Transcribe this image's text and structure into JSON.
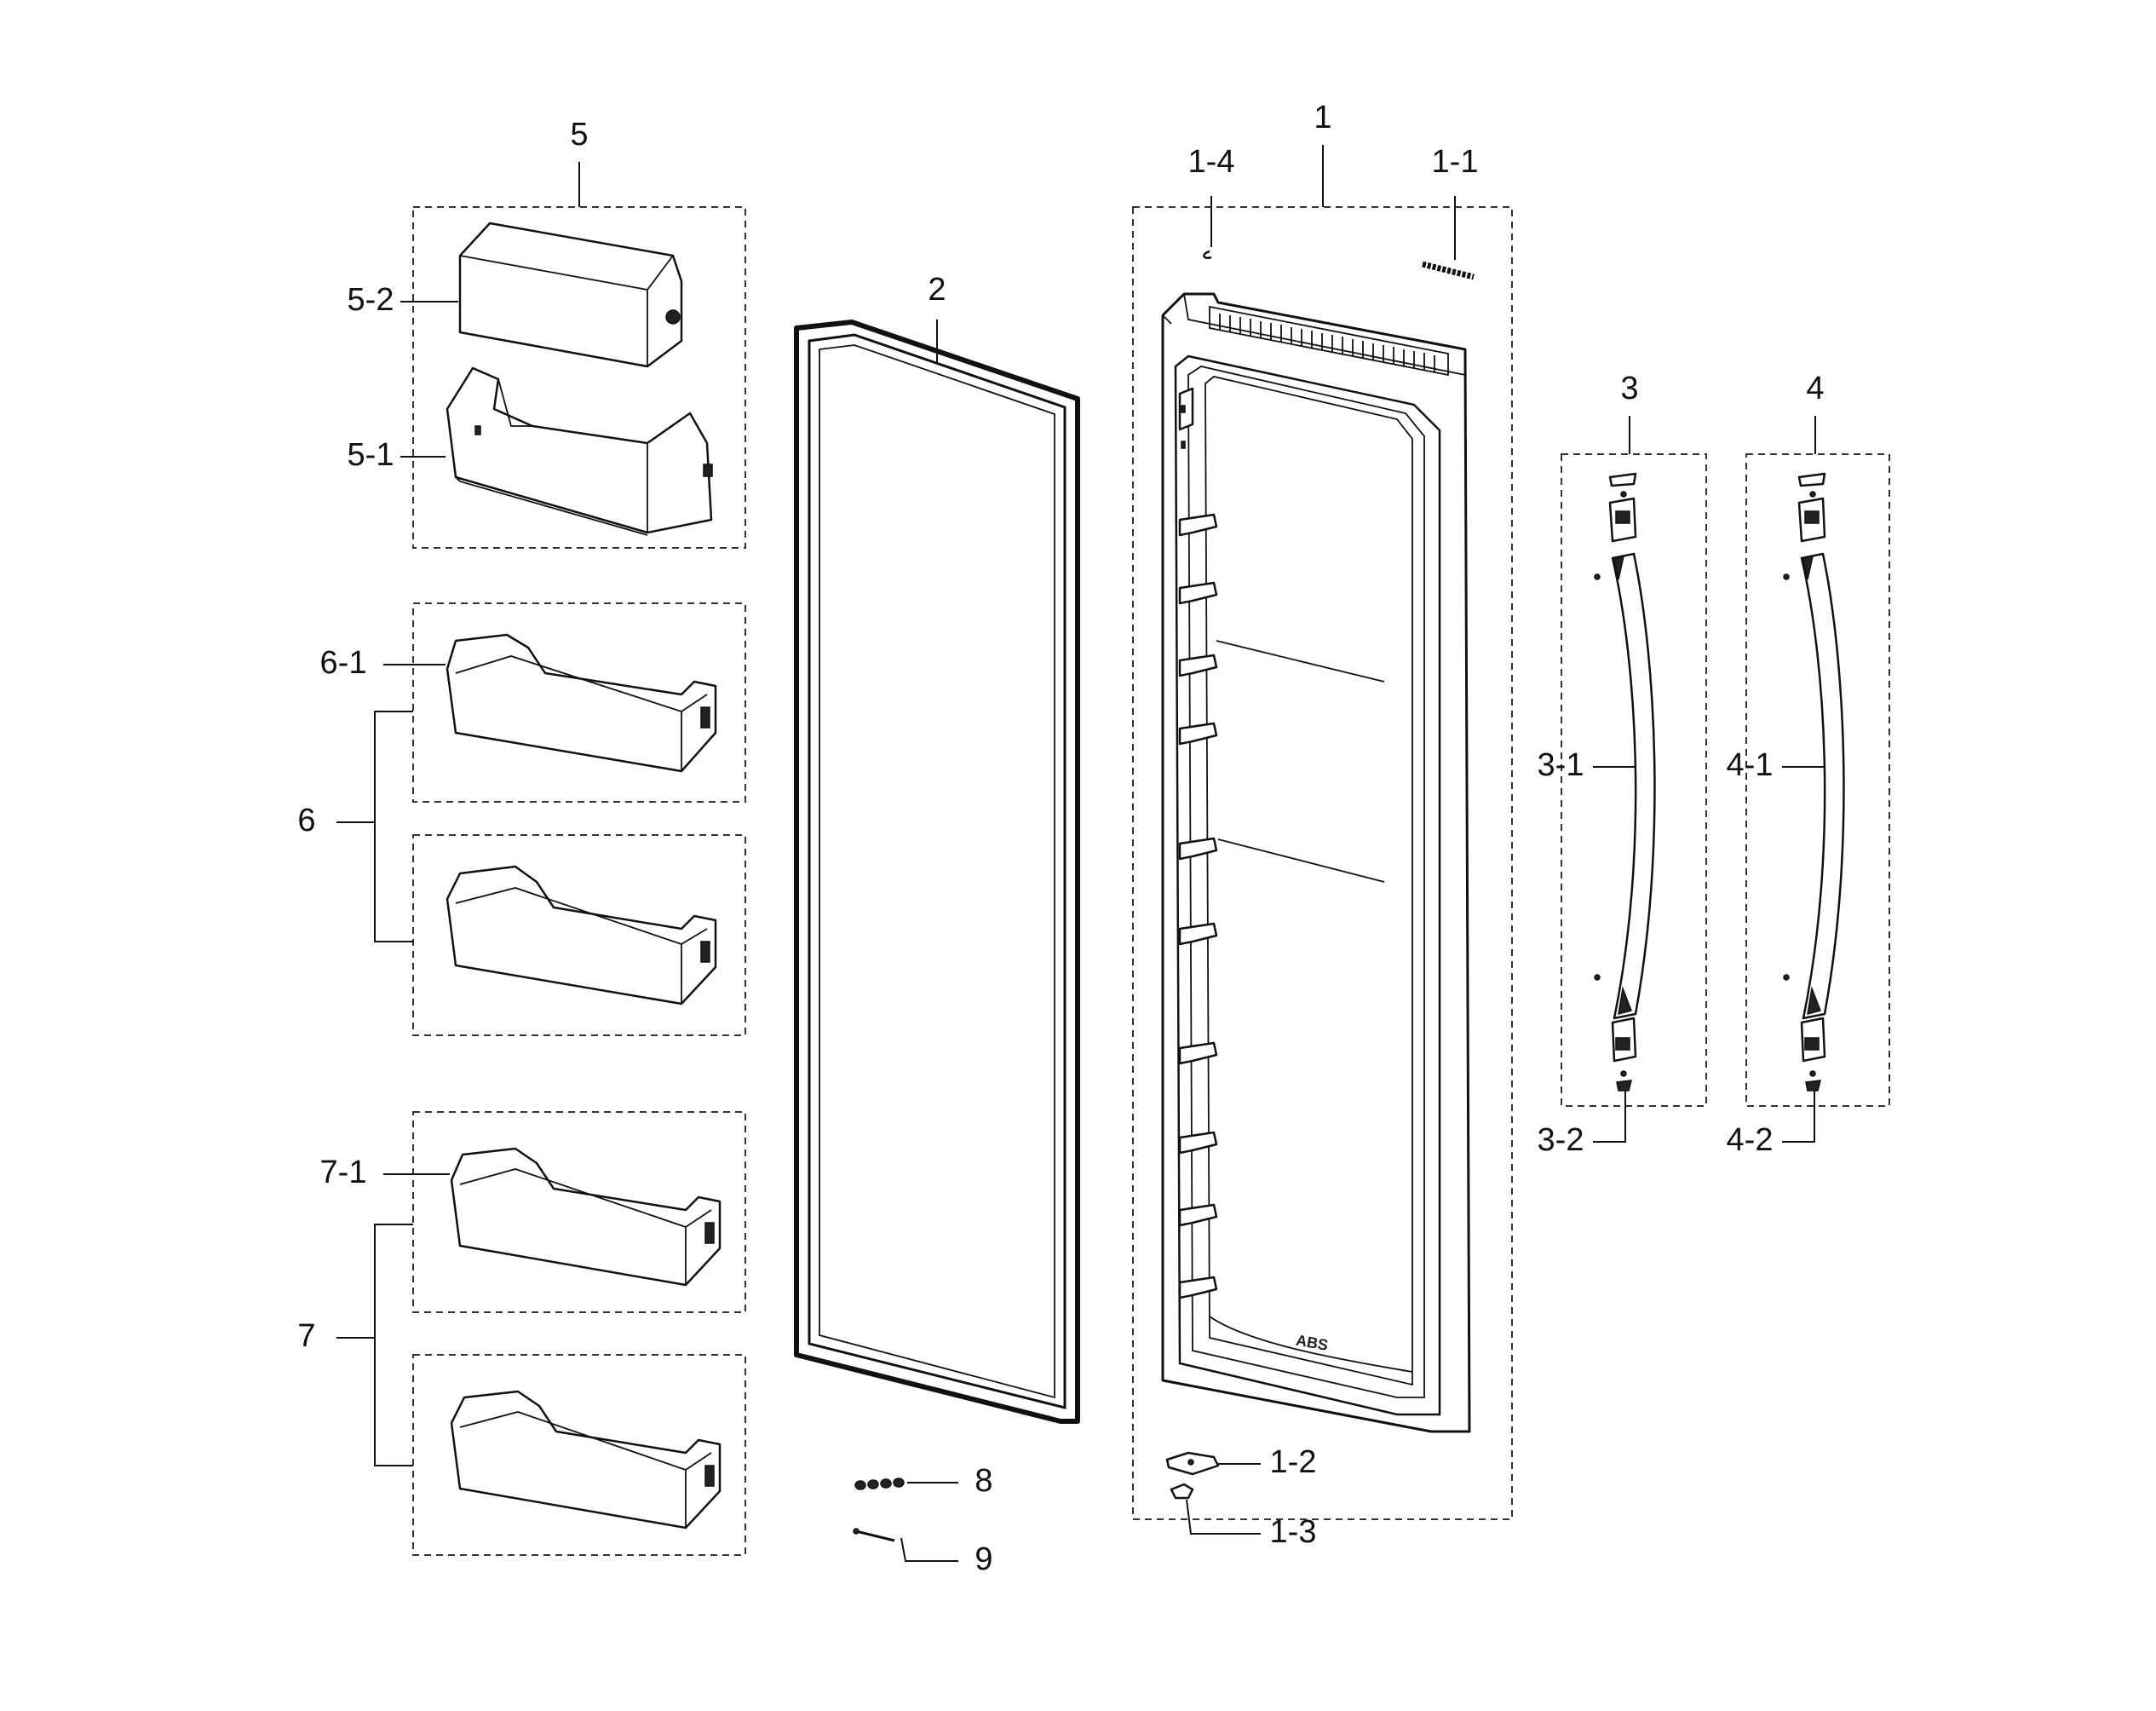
{
  "labels": {
    "item_1": "1",
    "item_1_1": "1-1",
    "item_1_2": "1-2",
    "item_1_3": "1-3",
    "item_1_4": "1-4",
    "item_2": "2",
    "item_3": "3",
    "item_3_1": "3-1",
    "item_3_2": "3-2",
    "item_4": "4",
    "item_4_1": "4-1",
    "item_4_2": "4-2",
    "item_5": "5",
    "item_5_1": "5-1",
    "item_5_2": "5-2",
    "item_6": "6",
    "item_6_1": "6-1",
    "item_7": "7",
    "item_7_1": "7-1",
    "item_8": "8",
    "item_9": "9"
  },
  "door_liner_text": "ABS"
}
